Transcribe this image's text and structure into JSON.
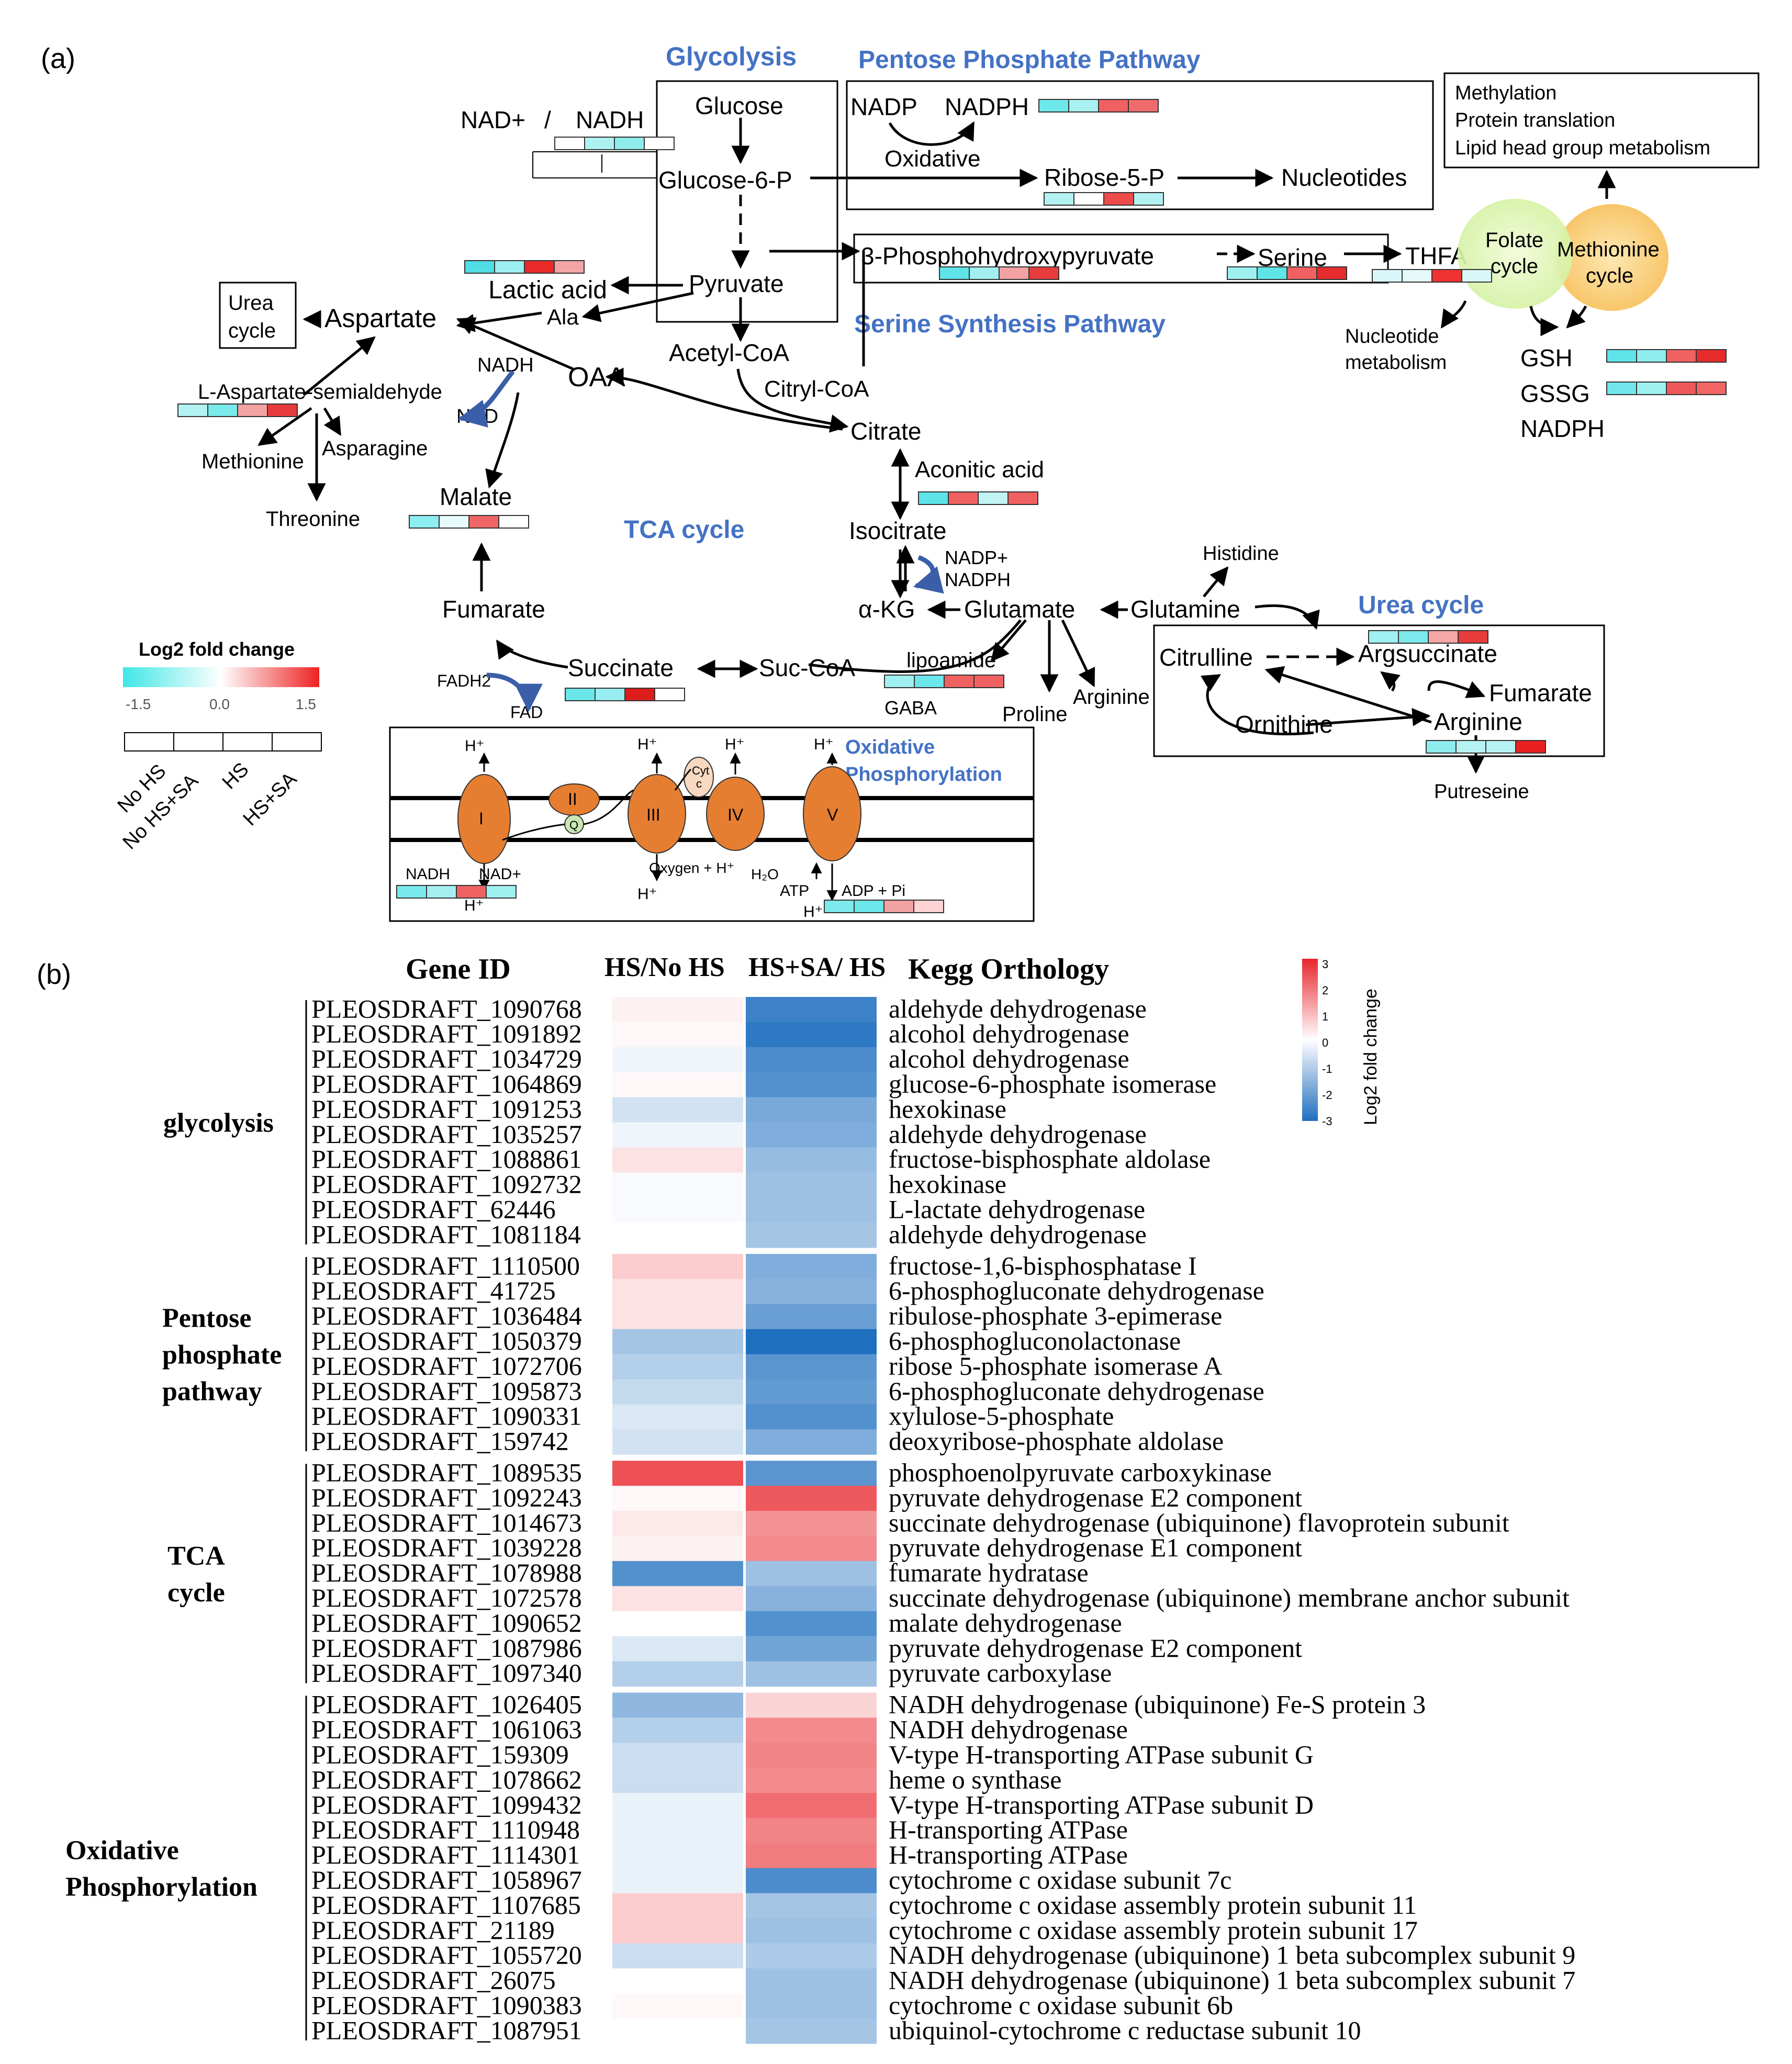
{
  "panel_a": {
    "label": "(a)",
    "titles": {
      "glycolysis": "Glycolysis",
      "ppp": "Pentose Phosphate Pathway",
      "serine": "Serine Synthesis Pathway",
      "tca": "TCA cycle",
      "urea": "Urea cycle",
      "oxphos_1": "Oxidative",
      "oxphos_2": "Phosphorylation"
    },
    "nodes": {
      "glucose": "Glucose",
      "g6p": "Glucose-6-P",
      "pyruvate": "Pyruvate",
      "nad_nadh_1": "NAD+",
      "nad_nadh_sep": "/",
      "nad_nadh_2": "NADH",
      "nadp": "NADP",
      "nadph": "NADPH",
      "oxidative": "Oxidative",
      "ribose5p": "Ribose-5-P",
      "nucleotides": "Nucleotides",
      "phpyr": "3-Phosphohydroxypyruvate",
      "serine": "Serine",
      "thfa": "THFA",
      "folate_1": "Folate",
      "folate_2": "cycle",
      "methionine_cycle_1": "Methionine",
      "methionine_cycle_2": "cycle",
      "meth_box_1": "Methylation",
      "meth_box_2": "Protein translation",
      "meth_box_3": "Lipid head group metabolism",
      "nucleotide_metab_1": "Nucleotide",
      "nucleotide_metab_2": "metabolism",
      "gsh": "GSH",
      "gssg": "GSSG",
      "nadph2": "NADPH",
      "lactic": "Lactic acid",
      "ala": "Ala",
      "urea_box_1": "Urea",
      "urea_box_2": "cycle",
      "aspartate": "Aspartate",
      "nadh_tca": "NADH",
      "nad_tca": "NAD",
      "oaa": "OAA",
      "acetylcoa": "Acetyl-CoA",
      "citrylcoa": "Citryl-CoA",
      "citrate": "Citrate",
      "l_asp_semi": "L-Aspartate-semialdehyde",
      "methionine": "Methionine",
      "asparagine": "Asparagine",
      "threonine": "Threonine",
      "malate": "Malate",
      "aconitic": "Aconitic acid",
      "isocitrate": "Isocitrate",
      "nadp_plus": "NADP+",
      "nadph_tca": "NADPH",
      "akg": "α-KG",
      "glutamate": "Glutamate",
      "glutamine": "Glutamine",
      "histidine": "Histidine",
      "fumarate": "Fumarate",
      "succinate": "Succinate",
      "succoa": "Suc-CoA",
      "lipoamide": "lipoamide",
      "gaba": "GABA",
      "proline": "Proline",
      "arginine": "Arginine",
      "fadh2": "FADH2",
      "fad": "FAD",
      "citrulline": "Citrulline",
      "argsuccinate": "Argsuccinate",
      "fumarate_urea": "Fumarate",
      "ornithine": "Ornithine",
      "arginine_urea": "Arginine",
      "putreseine": "Putreseine"
    },
    "etc": {
      "c1": "I",
      "c2": "II",
      "c3": "III",
      "c4": "IV",
      "c5": "V",
      "q": "Q",
      "cytc_1": "Cyt",
      "cytc_2": "c",
      "hplus": "H⁺",
      "nadh": "NADH",
      "nadplus": "NAD+",
      "oxygen": "Oxygen + H⁺",
      "h2o": "H₂O",
      "atp": "ATP",
      "adp": "ADP + Pi"
    },
    "legend": {
      "title": "Log2 fold change",
      "ticks": [
        "-1.5",
        "0.0",
        "1.5"
      ],
      "groups": [
        "No HS",
        "No HS+SA",
        "HS",
        "HS+SA"
      ],
      "colors": [
        "#40e6e6",
        "#ffffff",
        "#ee2222"
      ]
    },
    "fold_bars": {
      "nad": [
        "#ffffff",
        "#aef1f1",
        "#90ecec",
        "#ffffff"
      ],
      "nadph": [
        "#6ee8ea",
        "#a8f0f1",
        "#f06060",
        "#f06c6c"
      ],
      "ribose": [
        "#b3f1f2",
        "#ffffff",
        "#ee4b4b",
        "#b3f1f2"
      ],
      "phpyr": [
        "#5ee3e8",
        "#a2eef0",
        "#f3a2a2",
        "#e83b3b"
      ],
      "serine": [
        "#9ff0f1",
        "#5fe5e8",
        "#f06262",
        "#e52b2b"
      ],
      "thfa": [
        "#d9f7f8",
        "#e6f9fa",
        "#ee3333",
        "#d9f7f8"
      ],
      "gsh": [
        "#5fe4e9",
        "#8eecef",
        "#f06161",
        "#e82c2c"
      ],
      "gssg": [
        "#71e7eb",
        "#9ef0f1",
        "#ef5858",
        "#f16565"
      ],
      "lactic": [
        "#50dde6",
        "#9ceef0",
        "#e82a2a",
        "#f3a4a4"
      ],
      "l_asp": [
        "#b3f1f2",
        "#7ae9eb",
        "#f3a2a2",
        "#e83b3b"
      ],
      "malate": [
        "#8ceef0",
        "#e8fbfb",
        "#f06565",
        "#ffffff"
      ],
      "aconitic": [
        "#5de4e8",
        "#f06060",
        "#c2f4f4",
        "#f06060"
      ],
      "succinate": [
        "#6ae6ea",
        "#97edef",
        "#dd1c1c",
        "#ffffff"
      ],
      "lipoamide": [
        "#9ff0f1",
        "#6ce7ea",
        "#f06262",
        "#f06262"
      ],
      "argsuccinate": [
        "#9ff0f1",
        "#7de9ec",
        "#f5a6a6",
        "#e83b3b"
      ],
      "arginine": [
        "#8eecef",
        "#b6f2f3",
        "#b6f2f3",
        "#e82020"
      ],
      "nadh_etc": [
        "#7ae9eb",
        "#a6eff1",
        "#f06262",
        "#9ff0f1"
      ],
      "adp": [
        "#7de9ec",
        "#6ce7ea",
        "#f3a2a2",
        "#fdd4d4"
      ]
    }
  },
  "panel_b": {
    "label": "(b)",
    "headers": {
      "gene": "Gene ID",
      "hs_nohs": "HS/No HS",
      "hssa_hs": "HS+SA/ HS",
      "kegg": "Kegg Orthology"
    },
    "colorbar": {
      "title": "Log2 fold change",
      "ticks": [
        "3",
        "2",
        "1",
        "0",
        "-1",
        "-2",
        "-3"
      ]
    },
    "groups": [
      {
        "label_lines": [
          "glycolysis"
        ],
        "rows": [
          {
            "gene": "PLEOSDRAFT_1090768",
            "ko": "aldehyde dehydrogenase",
            "v1": 0.2,
            "v2": -2.6
          },
          {
            "gene": "PLEOSDRAFT_1091892",
            "ko": "alcohol dehydrogenase",
            "v1": 0.1,
            "v2": -2.8
          },
          {
            "gene": "PLEOSDRAFT_1034729",
            "ko": "alcohol dehydrogenase",
            "v1": -0.2,
            "v2": -2.4
          },
          {
            "gene": "PLEOSDRAFT_1064869",
            "ko": "glucose-6-phosphate isomerase",
            "v1": 0.1,
            "v2": -2.3
          },
          {
            "gene": "PLEOSDRAFT_1091253",
            "ko": "hexokinase",
            "v1": -0.6,
            "v2": -1.8
          },
          {
            "gene": "PLEOSDRAFT_1035257",
            "ko": "aldehyde dehydrogenase",
            "v1": -0.2,
            "v2": -1.7
          },
          {
            "gene": "PLEOSDRAFT_1088861",
            "ko": "fructose-bisphosphate aldolase",
            "v1": 0.4,
            "v2": -1.4
          },
          {
            "gene": "PLEOSDRAFT_1092732",
            "ko": "hexokinase",
            "v1": -0.1,
            "v2": -1.3
          },
          {
            "gene": "PLEOSDRAFT_62446",
            "ko": "L-lactate dehydrogenase",
            "v1": -0.1,
            "v2": -1.3
          },
          {
            "gene": "PLEOSDRAFT_1081184",
            "ko": "aldehyde dehydrogenase",
            "v1": 0.0,
            "v2": -1.2
          }
        ]
      },
      {
        "label_lines": [
          "Pentose",
          "phosphate",
          "pathway"
        ],
        "rows": [
          {
            "gene": "PLEOSDRAFT_1110500",
            "ko": "fructose-1,6-bisphosphatase I",
            "v1": 0.7,
            "v2": -1.7
          },
          {
            "gene": "PLEOSDRAFT_41725",
            "ko": "6-phosphogluconate dehydrogenase",
            "v1": 0.4,
            "v2": -1.6
          },
          {
            "gene": "PLEOSDRAFT_1036484",
            "ko": "ribulose-phosphate 3-epimerase",
            "v1": 0.4,
            "v2": -2.0
          },
          {
            "gene": "PLEOSDRAFT_1050379",
            "ko": "6-phosphogluconolactonase",
            "v1": -1.2,
            "v2": -3.0
          },
          {
            "gene": "PLEOSDRAFT_1072706",
            "ko": "ribose 5-phosphate isomerase A",
            "v1": -1.0,
            "v2": -2.2
          },
          {
            "gene": "PLEOSDRAFT_1095873",
            "ko": "6-phosphogluconate dehydrogenase",
            "v1": -0.8,
            "v2": -2.1
          },
          {
            "gene": "PLEOSDRAFT_1090331",
            "ko": "xylulose-5-phosphate",
            "v1": -0.5,
            "v2": -2.3
          },
          {
            "gene": "PLEOSDRAFT_159742",
            "ko": "deoxyribose-phosphate aldolase",
            "v1": -0.6,
            "v2": -1.7
          }
        ]
      },
      {
        "label_lines": [
          "TCA",
          "cycle"
        ],
        "rows": [
          {
            "gene": "PLEOSDRAFT_1089535",
            "ko": "phosphoenolpyruvate carboxykinase",
            "v1": 2.4,
            "v2": -2.2
          },
          {
            "gene": "PLEOSDRAFT_1092243",
            "ko": "pyruvate dehydrogenase E2 component",
            "v1": 0.1,
            "v2": 2.3
          },
          {
            "gene": "PLEOSDRAFT_1014673",
            "ko": "succinate dehydrogenase (ubiquinone) flavoprotein subunit",
            "v1": 0.3,
            "v2": 1.5
          },
          {
            "gene": "PLEOSDRAFT_1039228",
            "ko": "pyruvate dehydrogenase E1 component",
            "v1": 0.2,
            "v2": 1.6
          },
          {
            "gene": "PLEOSDRAFT_1078988",
            "ko": "fumarate hydratase",
            "v1": -2.3,
            "v2": -1.3
          },
          {
            "gene": "PLEOSDRAFT_1072578",
            "ko": "succinate dehydrogenase (ubiquinone) membrane anchor subunit",
            "v1": 0.4,
            "v2": -1.6
          },
          {
            "gene": "PLEOSDRAFT_1090652",
            "ko": "malate dehydrogenase",
            "v1": 0.0,
            "v2": -2.3
          },
          {
            "gene": "PLEOSDRAFT_1087986",
            "ko": "pyruvate dehydrogenase E2 component",
            "v1": -0.5,
            "v2": -1.9
          },
          {
            "gene": "PLEOSDRAFT_1097340",
            "ko": "pyruvate carboxylase",
            "v1": -1.0,
            "v2": -1.3
          }
        ]
      },
      {
        "label_lines": [
          "Oxidative",
          "Phosphorylation"
        ],
        "rows": [
          {
            "gene": "PLEOSDRAFT_1026405",
            "ko": "NADH dehydrogenase (ubiquinone) Fe-S protein 3",
            "v1": -1.5,
            "v2": 0.6
          },
          {
            "gene": "PLEOSDRAFT_1061063",
            "ko": "NADH dehydrogenase",
            "v1": -1.0,
            "v2": 1.6
          },
          {
            "gene": "PLEOSDRAFT_159309",
            "ko": "V-type H-transporting ATPase subunit G",
            "v1": -0.7,
            "v2": 1.7
          },
          {
            "gene": "PLEOSDRAFT_1078662",
            "ko": "heme o synthase",
            "v1": -0.7,
            "v2": 1.6
          },
          {
            "gene": "PLEOSDRAFT_1099432",
            "ko": "V-type H-transporting ATPase subunit D",
            "v1": -0.3,
            "v2": 2.0
          },
          {
            "gene": "PLEOSDRAFT_1110948",
            "ko": "H-transporting ATPase",
            "v1": -0.3,
            "v2": 1.7
          },
          {
            "gene": "PLEOSDRAFT_1114301",
            "ko": "H-transporting ATPase",
            "v1": -0.3,
            "v2": 1.8
          },
          {
            "gene": "PLEOSDRAFT_1058967",
            "ko": "cytochrome c oxidase subunit 7c",
            "v1": -0.3,
            "v2": -2.4
          },
          {
            "gene": "PLEOSDRAFT_1107685",
            "ko": "cytochrome c oxidase assembly protein subunit 11",
            "v1": 0.7,
            "v2": -1.2
          },
          {
            "gene": "PLEOSDRAFT_21189",
            "ko": "cytochrome c oxidase assembly protein subunit 17",
            "v1": 0.7,
            "v2": -1.3
          },
          {
            "gene": "PLEOSDRAFT_1055720",
            "ko": "NADH dehydrogenase (ubiquinone) 1 beta subcomplex subunit 9",
            "v1": -0.7,
            "v2": -1.1
          },
          {
            "gene": "PLEOSDRAFT_26075",
            "ko": "NADH dehydrogenase (ubiquinone) 1 beta subcomplex subunit 7",
            "v1": 0.0,
            "v2": -1.3
          },
          {
            "gene": "PLEOSDRAFT_1090383",
            "ko": "cytochrome c oxidase subunit 6b",
            "v1": 0.1,
            "v2": -1.3
          },
          {
            "gene": "PLEOSDRAFT_1087951",
            "ko": "ubiquinol-cytochrome c reductase subunit 10",
            "v1": 0.0,
            "v2": -1.2
          }
        ]
      }
    ]
  }
}
